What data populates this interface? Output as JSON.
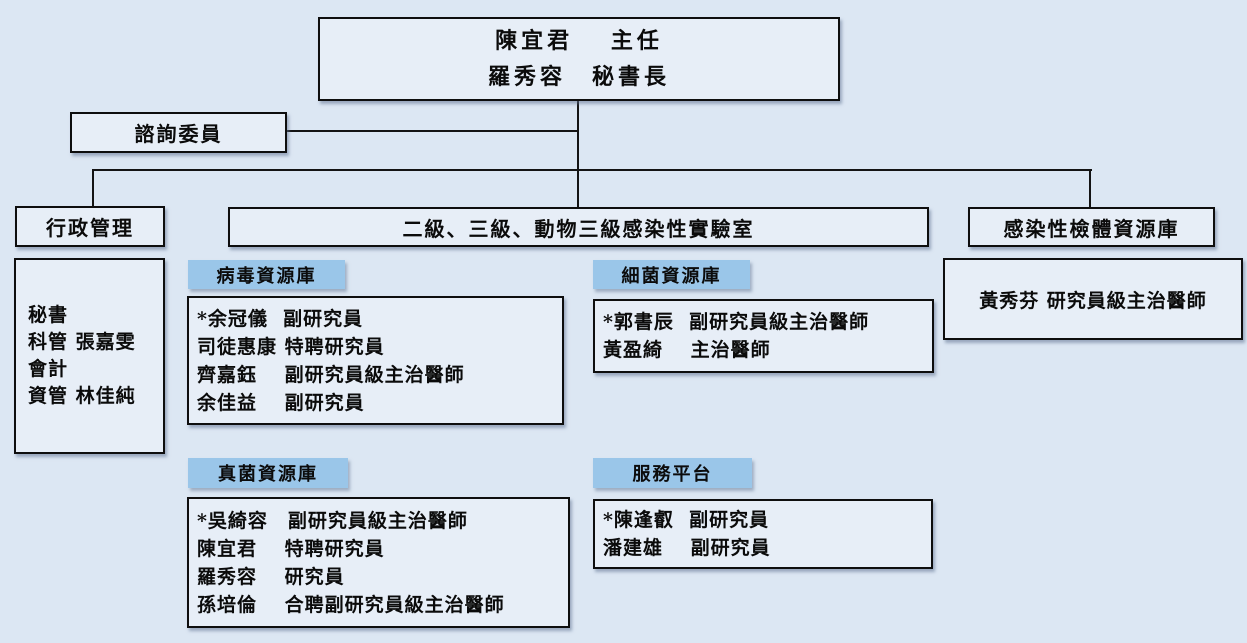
{
  "colors": {
    "background": "#dce7f3",
    "box_fill": "#e7eef7",
    "label_fill": "#9ac6e9",
    "border": "#0e0e0e"
  },
  "leadership": {
    "line1": "陳宜君　 主任",
    "line2": "羅秀容　秘書長"
  },
  "advisor": {
    "label": "諮詢委員"
  },
  "branches": {
    "admin": {
      "title": "行政管理",
      "members": [
        "秘書",
        "科管 張嘉雯",
        "會計",
        "資管 林佳純"
      ]
    },
    "labs": {
      "title": "二級、三級、動物三級感染性實驗室"
    },
    "specimen": {
      "title": "感染性檢體資源庫",
      "members": [
        "黃秀芬 研究員級主治醫師"
      ]
    }
  },
  "groups": {
    "virus": {
      "label": "病毒資源庫",
      "members": [
        "*余冠儀  副研究員",
        "司徒惠康 特聘研究員",
        "齊嘉鈺　 副研究員級主治醫師",
        "余佳益　 副研究員"
      ]
    },
    "bacteria": {
      "label": "細菌資源庫",
      "members": [
        "*郭書辰  副研究員級主治醫師",
        "黃盈綺　 主治醫師"
      ]
    },
    "fungus": {
      "label": "真菌資源庫",
      "members": [
        "*吳綺容　副研究員級主治醫師",
        "陳宜君　 特聘研究員",
        "羅秀容　 研究員",
        "孫培倫　 合聘副研究員級主治醫師"
      ]
    },
    "service": {
      "label": "服務平台",
      "members": [
        "*陳逢叡  副研究員",
        "潘建雄　 副研究員"
      ]
    }
  }
}
